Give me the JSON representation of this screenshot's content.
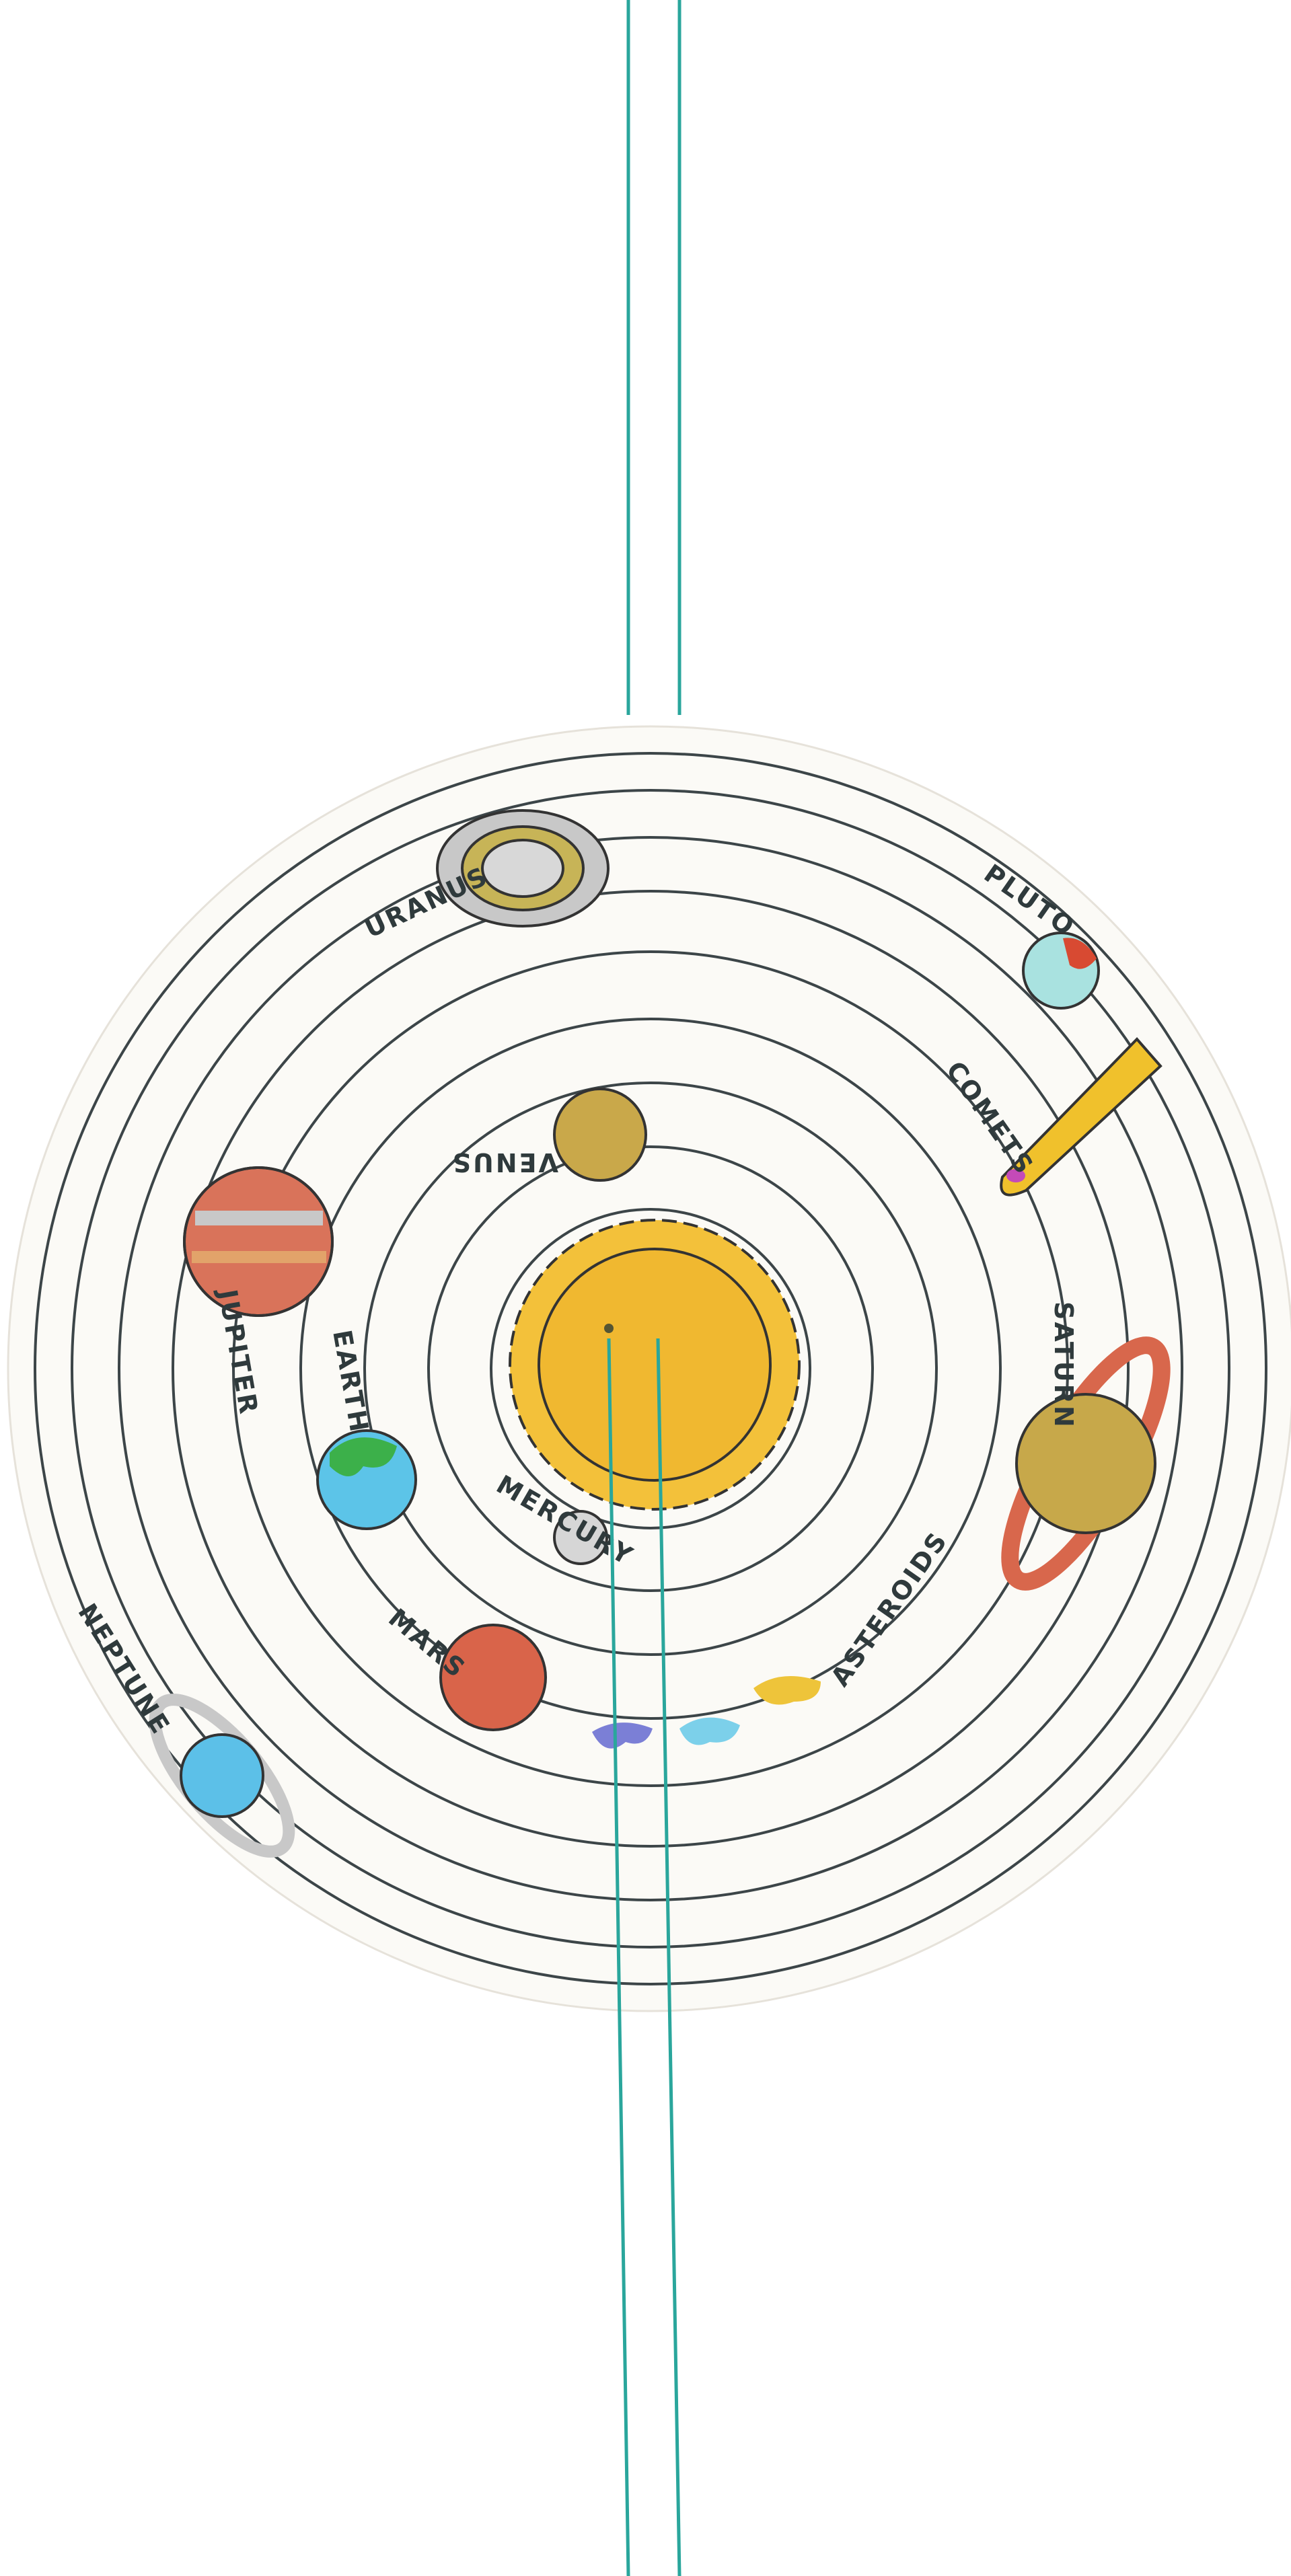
{
  "labels": {
    "uranus": "URANUS",
    "pluto": "PLUTO",
    "comets": "COMETS",
    "venus": "VENUS",
    "jupiter": "JUPITER",
    "earth": "EARTH",
    "saturn": "SATURN",
    "mercury": "MERCURY",
    "asteroids": "ASTEROIDS",
    "mars": "MARS",
    "neptune": "NEPTUNE"
  },
  "colors": {
    "string": "#2aa69c",
    "sun": "#f3c13a",
    "board": "#fbfaf6",
    "orbit": "#3c4548"
  }
}
